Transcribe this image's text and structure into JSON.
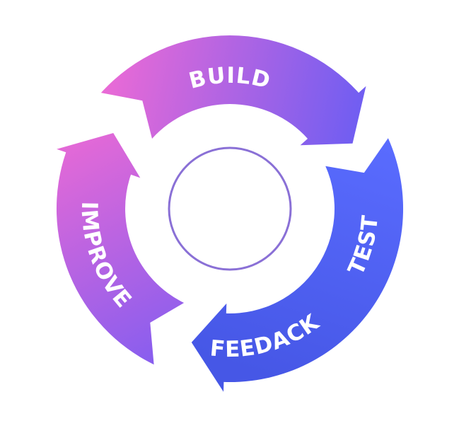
{
  "diagram": {
    "type": "cycle",
    "stages": [
      {
        "label": "BUILD"
      },
      {
        "label": "TEST"
      },
      {
        "label": "FEEDACK"
      },
      {
        "label": "IMPROVE"
      }
    ],
    "colors": {
      "pink": "#e96ad6",
      "violet": "#7d5cf2",
      "blue": "#5468fb",
      "blue_dark": "#4657e6",
      "center_ring": "#8a70d6"
    }
  }
}
